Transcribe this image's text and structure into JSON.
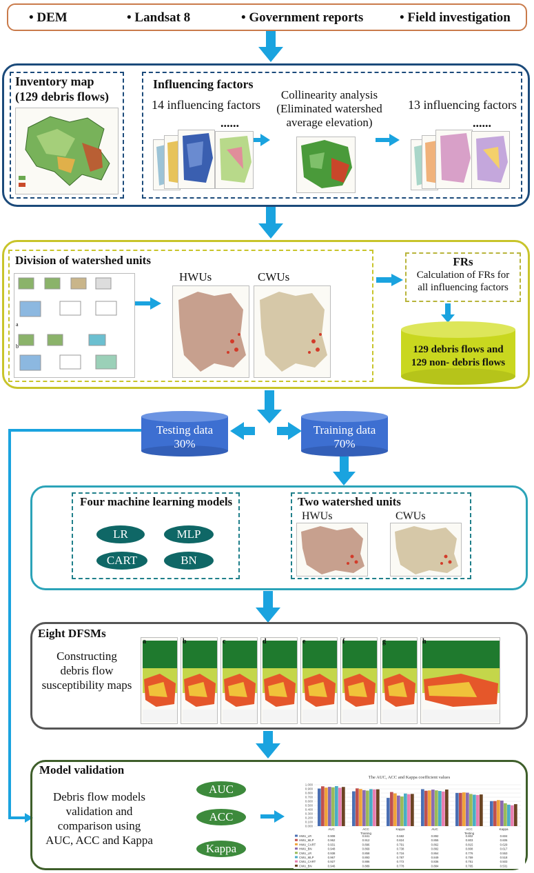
{
  "sources": {
    "items": [
      "DEM",
      "Landsat 8",
      "Government reports",
      "Field investigation"
    ],
    "border_color": "#c97a4a"
  },
  "stage1": {
    "inventory_title": "Inventory map",
    "inventory_subtitle": "(129 debris flows)",
    "influencing_title": "Influencing factors",
    "factors_14": "14 influencing factors",
    "dots": "......",
    "collinearity_line1": "Collinearity analysis",
    "collinearity_line2": "(Eliminated watershed",
    "collinearity_line3": "average elevation)",
    "factors_13": "13 influencing factors",
    "border_color": "#1b4a7a"
  },
  "stage2": {
    "division_title": "Division of watershed units",
    "hwus": "HWUs",
    "cwus": "CWUs",
    "frs_title": "FRs",
    "frs_line1": "Calculation of FRs for",
    "frs_line2": "all influencing factors",
    "cyl_line1": "129 debris flows and",
    "cyl_line2": "129 non- debris flows",
    "border_color": "#c8c42a"
  },
  "split": {
    "testing_label": "Testing data",
    "testing_pct": "30%",
    "training_label": "Training data",
    "training_pct": "70%"
  },
  "stage3": {
    "models_title": "Four machine learning models",
    "models": [
      "LR",
      "MLP",
      "CART",
      "BN"
    ],
    "units_title": "Two watershed units",
    "hwus": "HWUs",
    "cwus": "CWUs",
    "border_color": "#2ba3b8"
  },
  "stage4": {
    "title": "Eight DFSMs",
    "line1": "Constructing",
    "line2": "debris flow",
    "line3": "susceptibility maps",
    "map_letters": [
      "a",
      "b",
      "c",
      "d",
      "e",
      "f",
      "g",
      "h"
    ],
    "border_color": "#555555"
  },
  "stage5": {
    "title": "Model validation",
    "line1": "Debris flow models",
    "line2": "validation and",
    "line3": "comparison using",
    "line4": "AUC, ACC and Kappa",
    "metrics": [
      "AUC",
      "ACC",
      "Kappa"
    ],
    "chart_title": "The AUC, ACC and Kappa coefficient values",
    "border_color": "#3e5e2a"
  },
  "chart_data": {
    "type": "bar",
    "title": "The AUC, ACC and Kappa coefficient values",
    "categories": [
      "AUC",
      "ACC",
      "Kappa",
      "AUC",
      "ACC",
      "Kappa"
    ],
    "group_labels": [
      "Training",
      "Testing"
    ],
    "ylim": [
      0,
      1
    ],
    "yticks": [
      "0.000",
      "0.100",
      "0.200",
      "0.300",
      "0.400",
      "0.500",
      "0.600",
      "0.700",
      "0.800",
      "0.900",
      "1.000"
    ],
    "series": [
      {
        "name": "HWU_LR",
        "color": "#4a6fb3",
        "values": [
          0.908,
          0.841,
          0.682,
          0.892,
          0.802,
          0.604
        ]
      },
      {
        "name": "HWU_MLP",
        "color": "#c0504d",
        "values": [
          0.962,
          0.912,
          0.824,
          0.855,
          0.803,
          0.606
        ]
      },
      {
        "name": "HWU_CART",
        "color": "#f0a33a",
        "values": [
          0.931,
          0.896,
          0.791,
          0.862,
          0.815,
          0.629
        ]
      },
      {
        "name": "HWU_BN",
        "color": "#8a6bb0",
        "values": [
          0.948,
          0.869,
          0.738,
          0.882,
          0.808,
          0.617
        ]
      },
      {
        "name": "CWU_LR",
        "color": "#9bbb59",
        "values": [
          0.938,
          0.858,
          0.716,
          0.864,
          0.776,
          0.553
        ]
      },
      {
        "name": "CWU_MLP",
        "color": "#4bacc6",
        "values": [
          0.967,
          0.893,
          0.787,
          0.849,
          0.759,
          0.518
        ]
      },
      {
        "name": "CWU_CART",
        "color": "#e87fb0",
        "values": [
          0.927,
          0.886,
          0.772,
          0.836,
          0.751,
          0.503
        ]
      },
      {
        "name": "CWU_BN",
        "color": "#6b4423",
        "values": [
          0.946,
          0.889,
          0.778,
          0.884,
          0.765,
          0.531
        ]
      }
    ]
  }
}
